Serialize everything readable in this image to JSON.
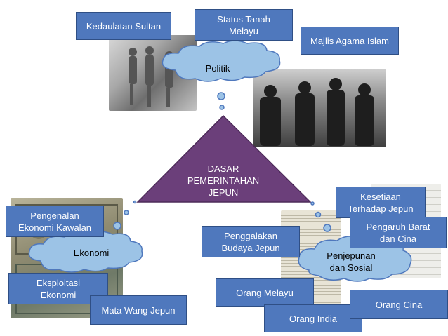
{
  "center": {
    "label": "DASAR\nPEMERINTAHAN\nJEPUN"
  },
  "clusters": {
    "politik": {
      "label": "Politik",
      "items": [
        "Kedaulatan Sultan",
        "Status Tanah\nMelayu",
        "Majlis Agama Islam"
      ]
    },
    "ekonomi": {
      "label": "Ekonomi",
      "items": [
        "Pengenalan\nEkonomi Kawalan",
        "Eksploitasi\nEkonomi",
        "Mata Wang Jepun"
      ]
    },
    "sosial": {
      "label": "Penjepunan\ndan Sosial",
      "items": [
        "Kesetiaan\nTerhadap Jepun",
        "Pengaruh Barat\ndan Cina",
        "Penggalakan\nBudaya Jepun",
        "Orang Melayu",
        "Orang India",
        "Orang Cina"
      ]
    }
  },
  "colors": {
    "box": "#4f78bd",
    "cloud": "#9cc3e6",
    "triangle": "#6b3f7a"
  },
  "photos": [
    "soldiers-photo",
    "surrender-photo",
    "banknote-photo",
    "newspaper-photo"
  ]
}
